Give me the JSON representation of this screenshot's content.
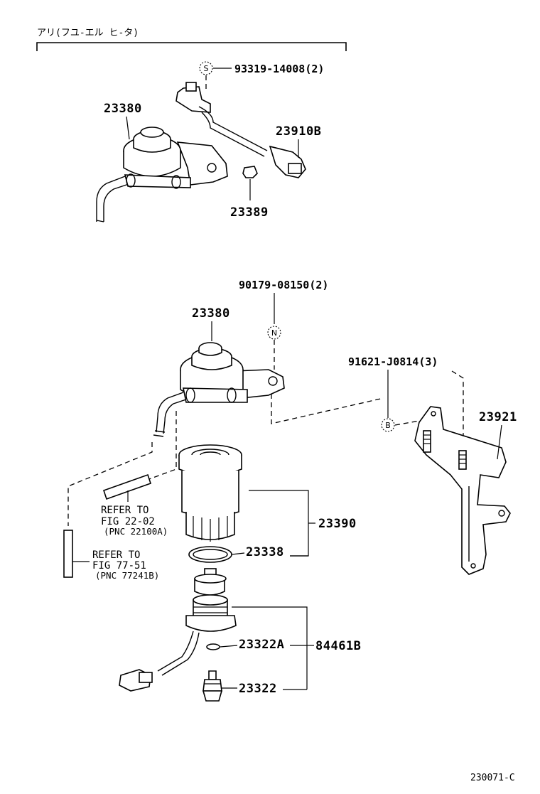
{
  "header": {
    "text": "アリ(フユ-エル ヒ-タ)"
  },
  "labels": {
    "p93319": "93319-14008(2)",
    "p23380_top": "23380",
    "p23910b": "23910B",
    "p23389": "23389",
    "p90179": "90179-08150(2)",
    "p23380_mid": "23380",
    "p91621": "91621-J0814(3)",
    "p23921": "23921",
    "p23390": "23390",
    "p23338": "23338",
    "p23322a": "23322A",
    "p84461b": "84461B",
    "p23322": "23322"
  },
  "symbols": {
    "s": "S",
    "n": "N",
    "b": "B"
  },
  "refs": {
    "ref1": {
      "line1": "REFER TO",
      "line2": "FIG 22-02",
      "line3": "(PNC 22100A)"
    },
    "ref2": {
      "line1": "REFER TO",
      "line2": "FIG 77-51",
      "line3": "(PNC 77241B)"
    }
  },
  "footer": {
    "code": "230071-C"
  }
}
